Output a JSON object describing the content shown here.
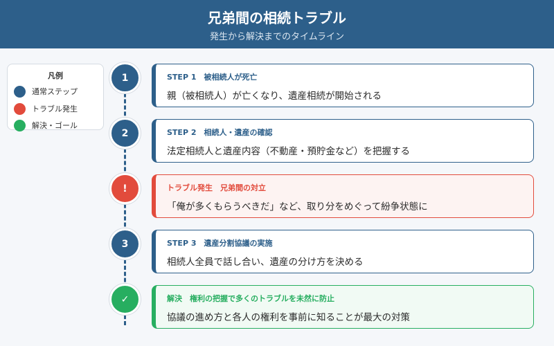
{
  "header": {
    "title": "兄弟間の相続トラブル",
    "subtitle": "発生から解決までのタイムライン"
  },
  "colors": {
    "normal": "#2d5f8a",
    "trouble": "#e24b3c",
    "goal": "#27ae60"
  },
  "legend": {
    "title": "凡例",
    "items": [
      {
        "label": "通常ステップ",
        "kind": "normal"
      },
      {
        "label": "トラブル発生",
        "kind": "trouble"
      },
      {
        "label": "解決・ゴール",
        "kind": "goal"
      }
    ]
  },
  "steps": [
    {
      "marker": "1",
      "kind": "normal",
      "title": "STEP 1　被相続人が死亡",
      "desc": "親（被相続人）が亡くなり、遺産相続が開始される"
    },
    {
      "marker": "2",
      "kind": "normal",
      "title": "STEP 2　相続人・遺産の確認",
      "desc": "法定相続人と遺産内容（不動産・預貯金など）を把握する"
    },
    {
      "marker": "!",
      "kind": "trouble",
      "title": "トラブル発生　兄弟間の対立",
      "desc": "「俺が多くもらうべきだ」など、取り分をめぐって紛争状態に"
    },
    {
      "marker": "3",
      "kind": "normal",
      "title": "STEP 3　遺産分割協議の実施",
      "desc": "相続人全員で話し合い、遺産の分け方を決める"
    },
    {
      "marker": "✓",
      "kind": "goal",
      "title": "解決　権利の把握で多くのトラブルを未然に防止",
      "desc": "協議の進め方と各人の権利を事前に知ることが最大の対策"
    }
  ]
}
